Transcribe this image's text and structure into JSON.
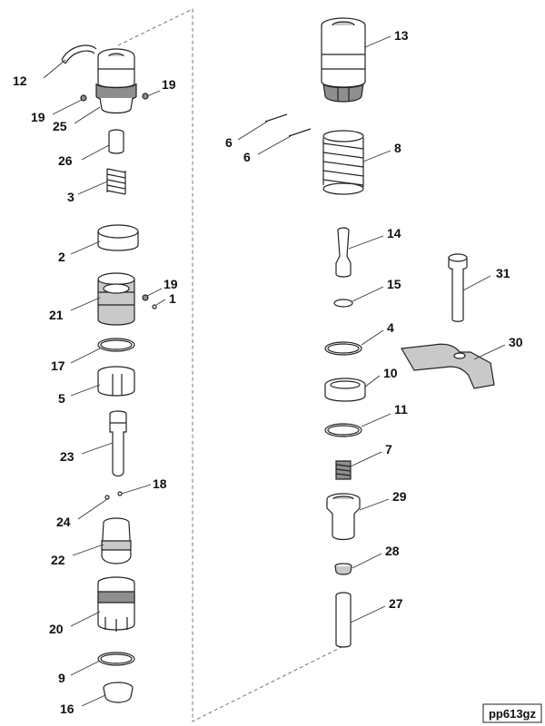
{
  "figure_code": "pp613gz",
  "callouts": {
    "c1": "1",
    "c2": "2",
    "c3": "3",
    "c4": "4",
    "c5": "5",
    "c6a": "6",
    "c6b": "6",
    "c7": "7",
    "c8": "8",
    "c9": "9",
    "c10": "10",
    "c11": "11",
    "c12": "12",
    "c13": "13",
    "c14": "14",
    "c15": "15",
    "c16": "16",
    "c17": "17",
    "c18": "18",
    "c19a": "19",
    "c19b": "19",
    "c19c": "19",
    "c20": "20",
    "c21": "21",
    "c22": "22",
    "c23": "23",
    "c24": "24",
    "c25": "25",
    "c26": "26",
    "c27": "27",
    "c28": "28",
    "c29": "29",
    "c30": "30",
    "c31": "31"
  }
}
